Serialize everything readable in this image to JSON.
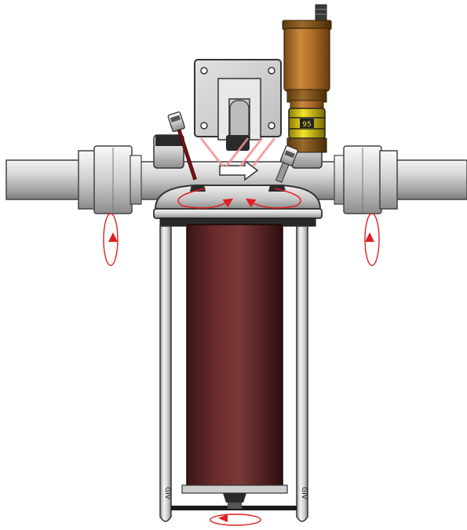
{
  "diagram": {
    "valve_label": "95",
    "bowl_marking_left": "GIV",
    "bowl_marking_right": "GIV"
  }
}
